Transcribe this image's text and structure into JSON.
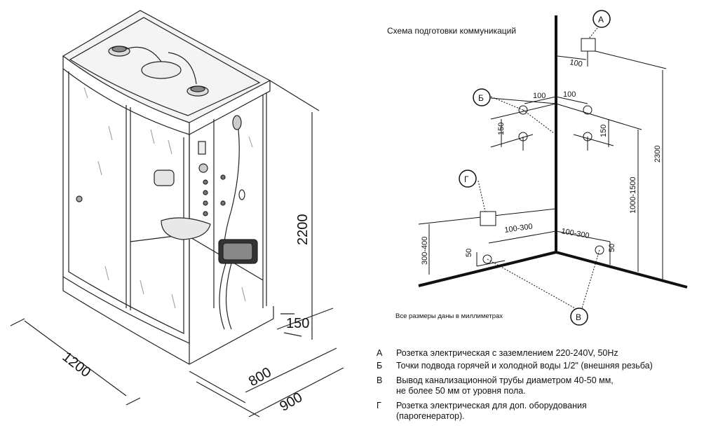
{
  "schema_title": "Схема подготовки коммуникаций",
  "units_note": "Все размеры даны в миллиметрах",
  "cabin_dims": {
    "width": "1200",
    "depth_top": "800",
    "depth_bottom": "900",
    "height": "2200",
    "base_height": "150"
  },
  "schema_dims": {
    "a_offset": "100",
    "b_left": "100",
    "b_right": "100",
    "b_vertical_left": "150",
    "b_vertical_right": "150",
    "g_offset": "100-300",
    "v_offset": "100-300",
    "g_height": "300-400",
    "g_small": "50",
    "v_small": "50",
    "b_height": "1000-1500",
    "a_height": "2300"
  },
  "markers": {
    "a": "А",
    "b": "Б",
    "v": "В",
    "g": "Г"
  },
  "legend": [
    {
      "key": "А",
      "text": "Розетка электрическая с заземлением 220-240V, 50Hz"
    },
    {
      "key": "Б",
      "text": "Точки подвода горячей и холодной воды 1/2\" (внешняя резьба)"
    },
    {
      "key": "В",
      "text": "Вывод  канализационной трубы диаметром 40-50 мм,\n не более 50 мм от уровня пола."
    },
    {
      "key": "Г",
      "text": "Розетка электрическая для доп. оборудования\n (парогенератор)."
    }
  ]
}
